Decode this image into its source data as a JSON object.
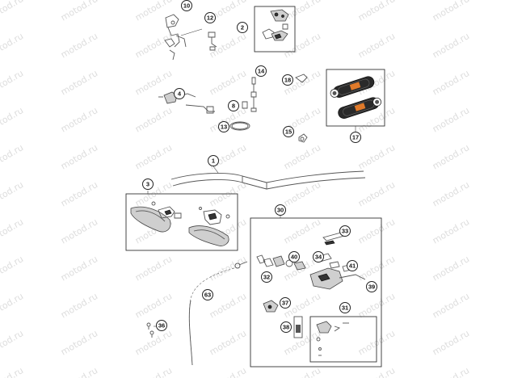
{
  "watermark": "motod.ru",
  "callouts": [
    {
      "id": "callout-10",
      "label": "10"
    },
    {
      "id": "callout-12",
      "label": "12"
    },
    {
      "id": "callout-2",
      "label": "2"
    },
    {
      "id": "callout-14",
      "label": "14"
    },
    {
      "id": "callout-18",
      "label": "18"
    },
    {
      "id": "callout-4",
      "label": "4"
    },
    {
      "id": "callout-8",
      "label": "8"
    },
    {
      "id": "callout-13",
      "label": "13"
    },
    {
      "id": "callout-15",
      "label": "15"
    },
    {
      "id": "callout-17",
      "label": "17"
    },
    {
      "id": "callout-1",
      "label": "1"
    },
    {
      "id": "callout-3",
      "label": "3"
    },
    {
      "id": "callout-30",
      "label": "30"
    },
    {
      "id": "callout-33",
      "label": "33"
    },
    {
      "id": "callout-40",
      "label": "40"
    },
    {
      "id": "callout-34",
      "label": "34"
    },
    {
      "id": "callout-41",
      "label": "41"
    },
    {
      "id": "callout-32",
      "label": "32"
    },
    {
      "id": "callout-39",
      "label": "39"
    },
    {
      "id": "callout-63",
      "label": "63"
    },
    {
      "id": "callout-37",
      "label": "37"
    },
    {
      "id": "callout-31",
      "label": "31"
    },
    {
      "id": "callout-36",
      "label": "36"
    },
    {
      "id": "callout-38",
      "label": "38"
    }
  ]
}
